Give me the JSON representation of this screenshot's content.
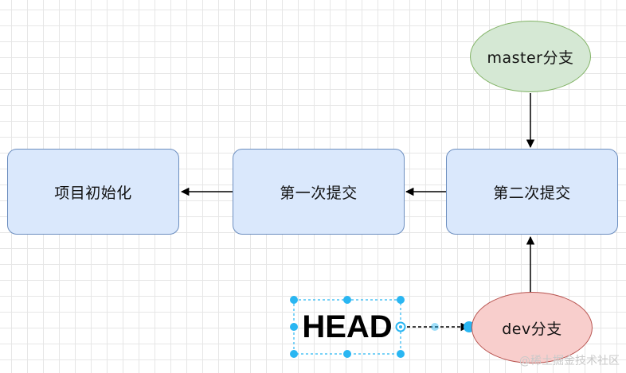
{
  "nodes": {
    "init_commit": "项目初始化",
    "first_commit": "第一次提交",
    "second_commit": "第二次提交",
    "master_branch": "master分支",
    "dev_branch": "dev分支",
    "head": "HEAD"
  },
  "colors": {
    "commit_fill": "#dae8fc",
    "commit_stroke": "#6c8ebf",
    "master_fill": "#d5e8d4",
    "master_stroke": "#82b366",
    "dev_fill": "#f8cecc",
    "dev_stroke": "#b85450",
    "selection_handle": "#29b6f2",
    "arrow": "#000000"
  },
  "watermark": "@稀土掘金技术社区"
}
